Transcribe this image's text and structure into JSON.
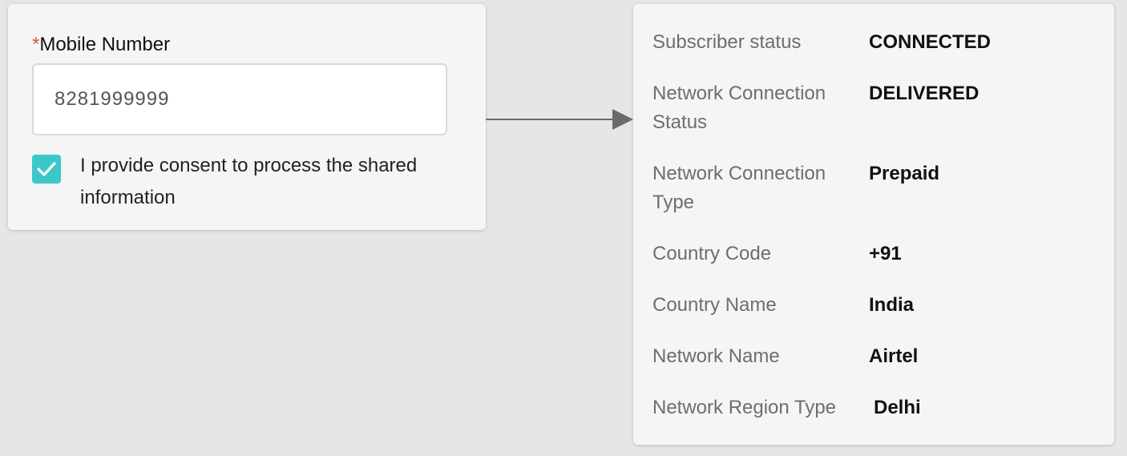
{
  "form": {
    "required_marker": "*",
    "mobile_label": "Mobile Number",
    "mobile_value": "8281999999",
    "consent_checked": true,
    "consent_text": "I provide consent to process the shared information"
  },
  "result": {
    "rows": [
      {
        "key": "Subscriber status",
        "value": "CONNECTED"
      },
      {
        "key": "Network Connection Status",
        "value": "DELIVERED"
      },
      {
        "key": "Network Connection Type",
        "value": "Prepaid"
      },
      {
        "key": "Country Code",
        "value": "+91"
      },
      {
        "key": "Country Name",
        "value": "India"
      },
      {
        "key": "Network Name",
        "value": "Airtel"
      },
      {
        "key": "Network Region Type",
        "value": "Delhi"
      }
    ]
  },
  "colors": {
    "background": "#e6e6e6",
    "card": "#f5f5f5",
    "checkbox": "#3cc8c8",
    "required": "#d9534f",
    "arrow": "#6b6b6b"
  },
  "icons": {
    "checkbox": "check-icon",
    "connector": "arrow-right-icon"
  }
}
